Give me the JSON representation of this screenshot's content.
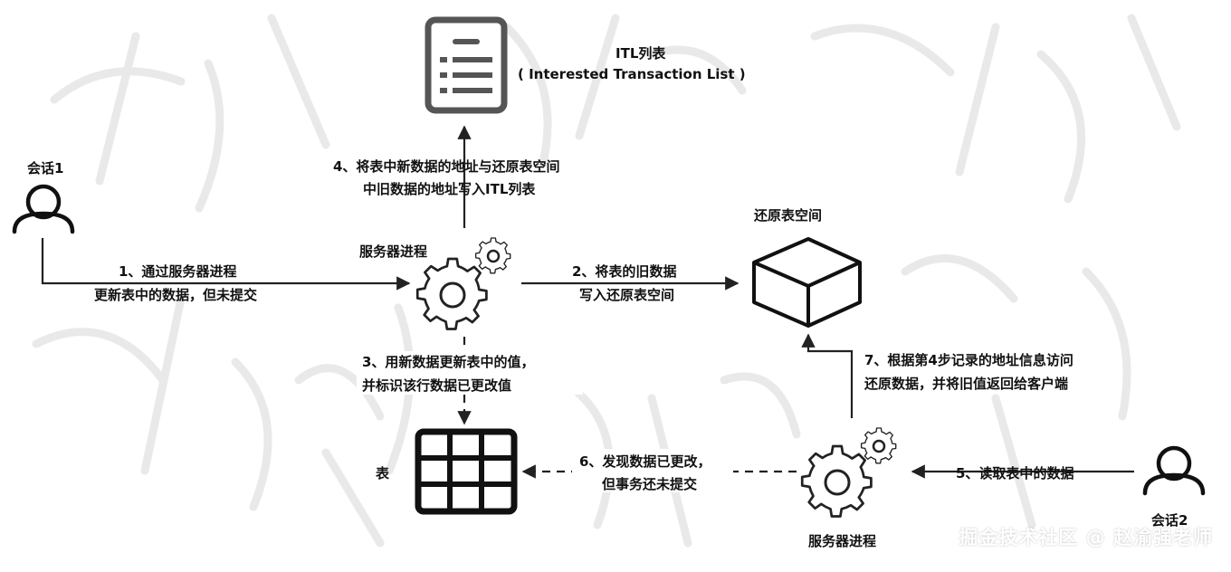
{
  "nodes": {
    "itl": {
      "title": "ITL列表",
      "subtitle": "( Interested Transaction List )"
    },
    "session1": {
      "label": "会话1"
    },
    "session2": {
      "label": "会话2"
    },
    "server_top": {
      "label": "服务器进程"
    },
    "server_bottom": {
      "label": "服务器进程"
    },
    "undo": {
      "label": "还原表空间"
    },
    "table": {
      "label": "表"
    }
  },
  "steps": {
    "s1": {
      "line1": "1、通过服务器进程",
      "line2": "更新表中的数据，但未提交"
    },
    "s2": {
      "line1": "2、将表的旧数据",
      "line2": "写入还原表空间"
    },
    "s3": {
      "line1": "3、用新数据更新表中的值，",
      "line2": "并标识该行数据已更改值"
    },
    "s4": {
      "line1": "4、将表中新数据的地址与还原表空间",
      "line2": "中旧数据的地址写入ITL列表"
    },
    "s5": {
      "line1": "5、读取表中的数据"
    },
    "s6": {
      "line1": "6、发现数据已更改，",
      "line2": "但事务还未提交"
    },
    "s7": {
      "line1": "7、根据第4步记录的地址信息访问",
      "line2": "还原数据，并将旧值返回给客户端"
    }
  },
  "watermark": {
    "text": "掘金技术社区 @ 赵渝强老师"
  },
  "colors": {
    "stroke": "#222222",
    "icon_gray": "#555555",
    "watermark_stroke": "#e9e9e9"
  }
}
